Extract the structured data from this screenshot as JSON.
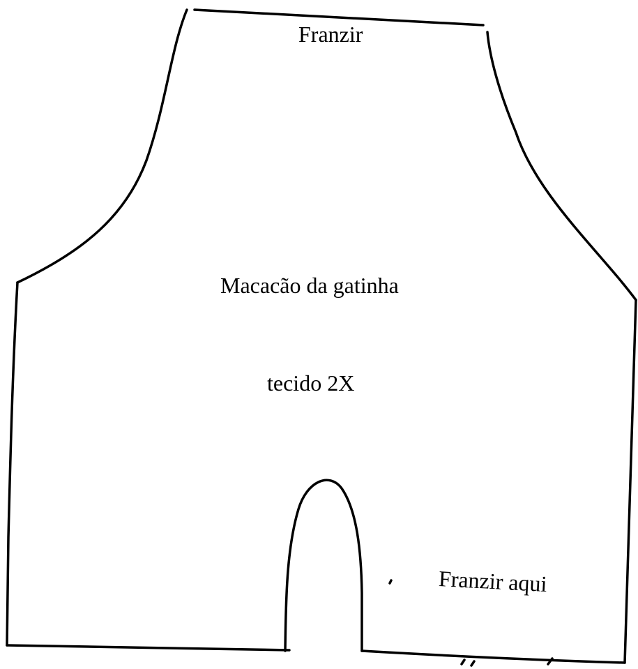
{
  "pattern": {
    "top_note": "Franzir",
    "title": "Macacão da gatinha",
    "fabric_note": "tecido 2X",
    "bottom_note": "Franzir aqui"
  },
  "colors": {
    "line": "#000000",
    "background": "#ffffff"
  }
}
